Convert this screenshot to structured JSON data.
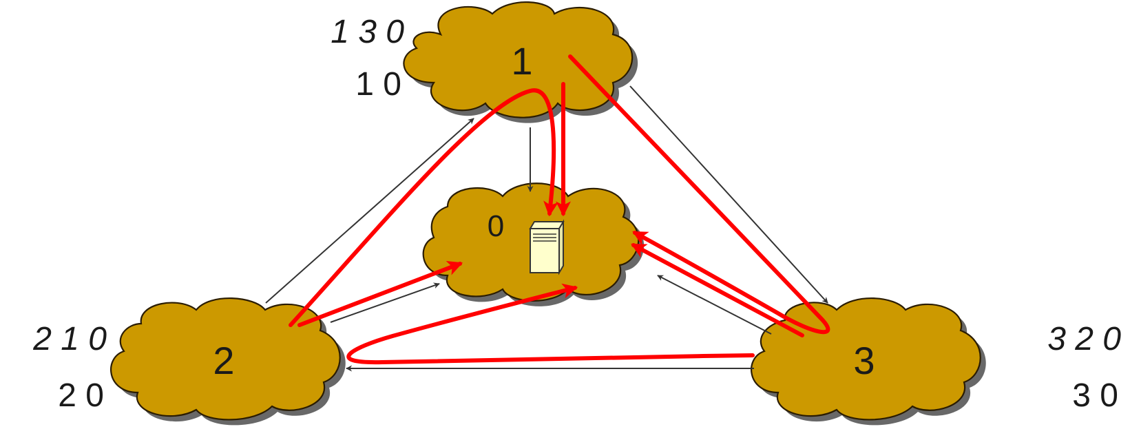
{
  "nodes": {
    "n0": {
      "label": "0"
    },
    "n1": {
      "label": "1"
    },
    "n2": {
      "label": "2"
    },
    "n3": {
      "label": "3"
    }
  },
  "path_tables": {
    "n1": {
      "alt": "1 3 0",
      "best": "1 0"
    },
    "n2": {
      "alt": "2 1 0",
      "best": "2 0"
    },
    "n3": {
      "alt": "3 2 0",
      "best": "3 0"
    }
  },
  "icons": {
    "server": "server-icon"
  },
  "colors": {
    "cloud": "#cc9900",
    "route": "#ff0000",
    "link": "#333333",
    "server": "#ffffcc"
  }
}
